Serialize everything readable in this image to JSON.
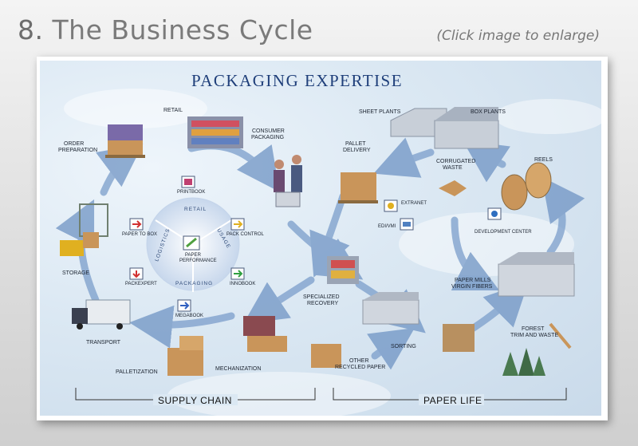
{
  "header": {
    "number": "8.",
    "title": "The Business Cycle",
    "hint": "(Click image to enlarge)"
  },
  "diagram": {
    "title": "PACKAGING EXPERTISE",
    "sections": {
      "supply_chain": "SUPPLY CHAIN",
      "paper_life": "PAPER LIFE"
    },
    "stages": {
      "retail": "RETAIL",
      "order_preparation_1": "ORDER",
      "order_preparation_2": "PREPARATION",
      "consumer_packaging_1": "CONSUMER",
      "consumer_packaging_2": "PACKAGING",
      "storage": "STORAGE",
      "transport": "TRANSPORT",
      "palletization": "PALLETIZATION",
      "mechanization": "MECHANIZATION",
      "specialized_recovery_1": "SPECIALIZED",
      "specialized_recovery_2": "RECOVERY",
      "other_recycled_1": "OTHER",
      "other_recycled_2": "RECYCLED PAPER",
      "sorting": "SORTING",
      "sheet_plants": "SHEET PLANTS",
      "box_plants": "BOX PLANTS",
      "pallet_delivery_1": "PALLET",
      "pallet_delivery_2": "DELIVERY",
      "corrugated_waste_1": "CORRUGATED",
      "corrugated_waste_2": "WASTE",
      "reels": "REELS",
      "paper_mills_1": "PAPER MILLS",
      "paper_mills_2": "VIRGIN FIBERS",
      "forest_1": "FOREST",
      "forest_2": "TRIM AND WASTE"
    },
    "tools": {
      "printbook": "PRINTBOOK",
      "paper_to_box": "PAPER TO BOX",
      "pack_control": "PACK CONTROL",
      "paper_performance_1": "PAPER",
      "paper_performance_2": "PERFORMANCE",
      "packexpert": "PACKEXPERT",
      "innobook": "INNOBOOK",
      "megabook": "MEGABOOK",
      "extranet": "EXTRANET",
      "edi_vmi": "EDI/VMI",
      "development_center": "DEVELOPMENT CENTER"
    },
    "ring": {
      "retail": "RETAIL",
      "usage": "USAGE",
      "packaging": "PACKAGING",
      "logistics": "LOGISTICS"
    },
    "colors": {
      "arrow": "#6f94c4",
      "title": "#1f3f7a",
      "cardboard": "#c9955a",
      "sky": "#dbe8f3"
    }
  }
}
